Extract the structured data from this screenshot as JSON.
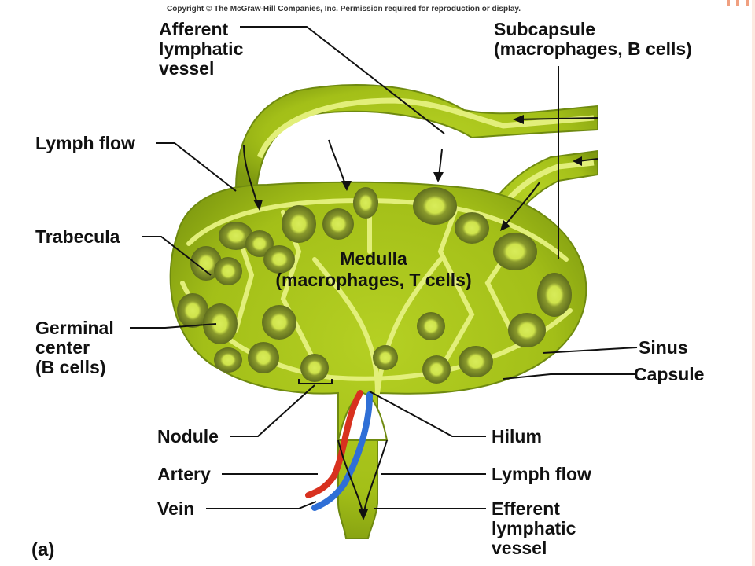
{
  "copyright": "Copyright © The McGraw-Hill Companies, Inc. Permission required for reproduction or display.",
  "panel_label": "(a)",
  "labels": {
    "afferent": [
      "Afferent",
      "lymphatic",
      "vessel"
    ],
    "subcapsule": [
      "Subcapsule",
      "(macrophages, B cells)"
    ],
    "lymph_flow_top": [
      "Lymph flow"
    ],
    "trabecula": [
      "Trabecula"
    ],
    "medulla": [
      "Medulla",
      "(macrophages, T cells)"
    ],
    "germinal": [
      "Germinal",
      "center",
      "(B cells)"
    ],
    "sinus": [
      "Sinus"
    ],
    "capsule": [
      "Capsule"
    ],
    "nodule": [
      "Nodule"
    ],
    "hilum": [
      "Hilum"
    ],
    "artery": [
      "Artery"
    ],
    "lymph_flow_bottom": [
      "Lymph flow"
    ],
    "vein": [
      "Vein"
    ],
    "efferent": [
      "Efferent",
      "lymphatic",
      "vessel"
    ]
  },
  "colors": {
    "tissue": "#a7c41a",
    "tissue_dark": "#6f8a10",
    "sinus": "#e2ef7a",
    "follicle": "#7d8f2a",
    "artery": "#d8311f",
    "vein": "#2f6fd6",
    "line": "#111111"
  }
}
